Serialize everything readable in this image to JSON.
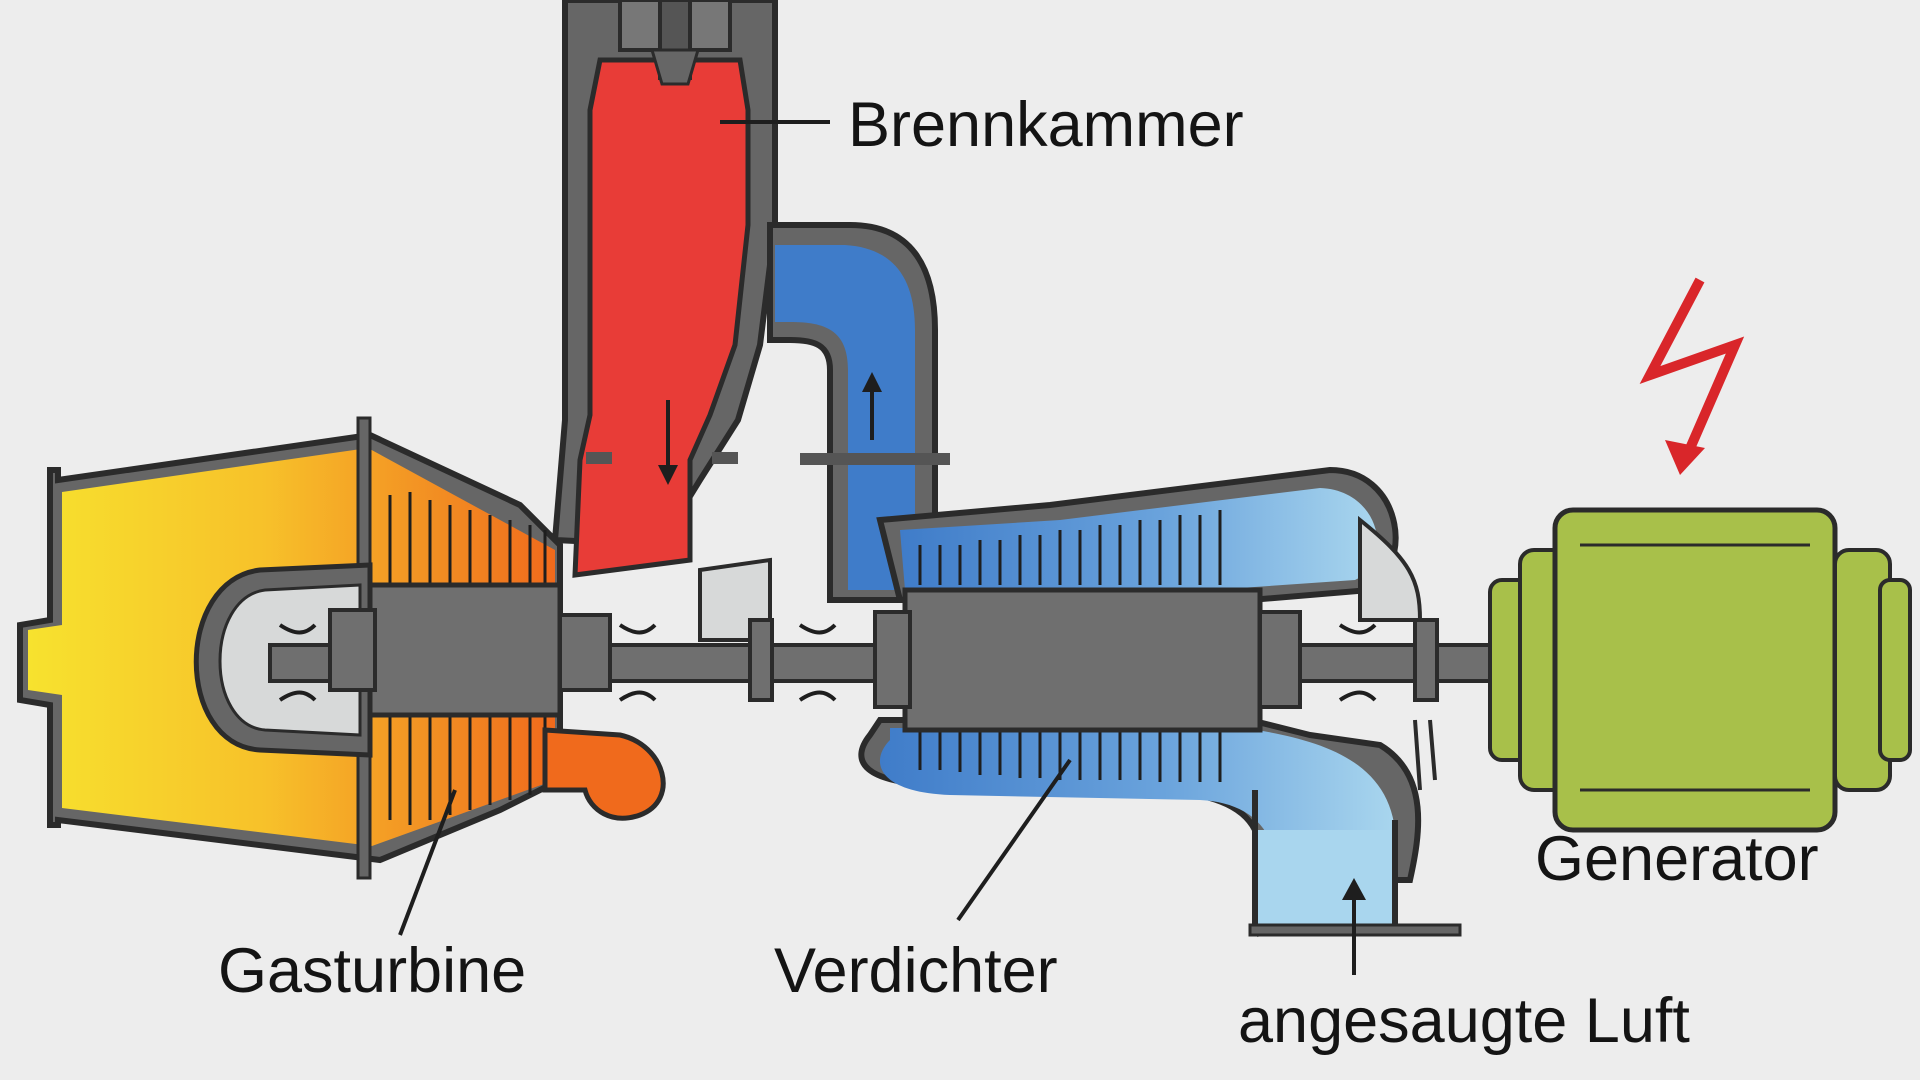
{
  "labels": {
    "combustion_chamber": "Brennkammer",
    "gas_turbine": "Gasturbine",
    "compressor": "Verdichter",
    "intake_air": "angesaugte Luft",
    "generator": "Generator"
  },
  "colors": {
    "background": "#ededed",
    "casing": "#666666",
    "outline": "#2b2b2b",
    "combustion_red": "#e83c37",
    "exhaust_yellow": "#f7e22e",
    "exhaust_orange": "#f06a1c",
    "compressed_blue": "#3f7cc9",
    "intake_light_blue": "#a9d6ee",
    "generator_green": "#a8c04a",
    "lightning_red": "#d9262a",
    "shaft_gray": "#6f6f6f",
    "inner_light": "#d7d9d9"
  },
  "icons": {
    "power": "lightning-bolt-icon",
    "flow": "flow-arrow-icon"
  }
}
